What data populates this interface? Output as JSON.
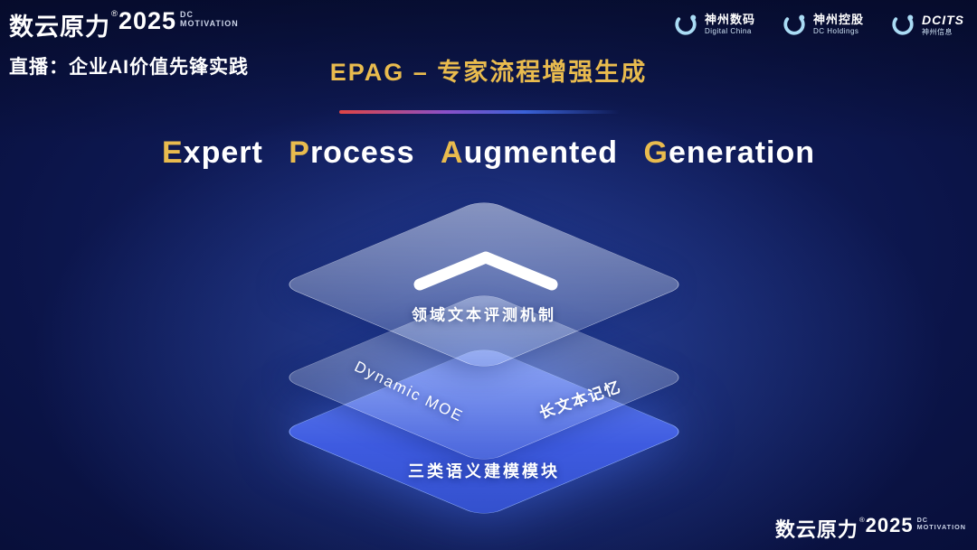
{
  "colors": {
    "accent_gold": "#e9bb4e",
    "layer_blue": "#4b6ce8",
    "background_dark": "#0b1448",
    "divider_red": "#e04545"
  },
  "brand": {
    "name": "数云原力",
    "reg": "®",
    "year": "2025",
    "sub_top": "DC",
    "sub_bottom": "MOTIVATION"
  },
  "header": {
    "live_label": "直播：企业AI价值先锋实践",
    "title": "EPAG – 专家流程增强生成"
  },
  "subtitle": {
    "full_text": "Expert Process Augmented Generation",
    "words": [
      {
        "initial": "E",
        "rest": "xpert"
      },
      {
        "initial": "P",
        "rest": "rocess"
      },
      {
        "initial": "A",
        "rest": "ugmented"
      },
      {
        "initial": "G",
        "rest": "eneration"
      }
    ]
  },
  "partners": [
    {
      "name": "神州数码",
      "sub": "Digital China"
    },
    {
      "name": "神州控股",
      "sub": "DC Holdings"
    },
    {
      "name": "DCITS",
      "sub": "神州信息"
    }
  ],
  "stack": {
    "top_label": "领域文本评测机制",
    "middle_left_label": "Dynamic MOE",
    "middle_right_label": "长文本记忆",
    "bottom_label": "三类语义建模模块"
  }
}
